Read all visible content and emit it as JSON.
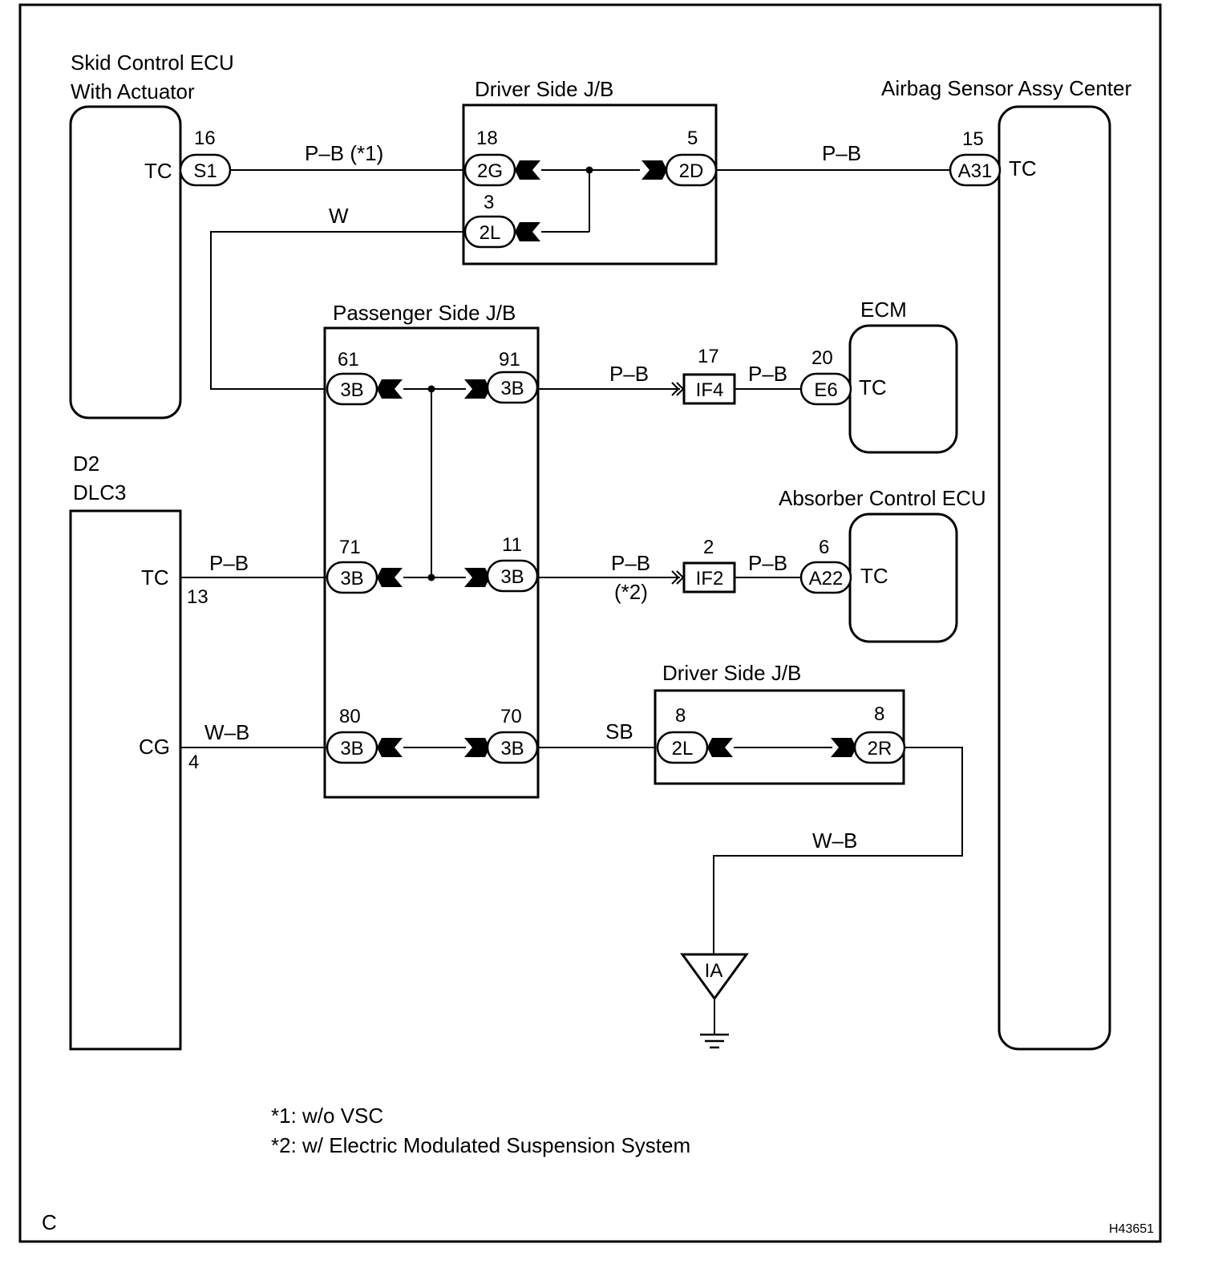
{
  "components": {
    "skid_ecu": {
      "title_line1": "Skid Control ECU",
      "title_line2": "With Actuator",
      "terminal": "TC",
      "pin": "16",
      "connector": "S1"
    },
    "driver_jb_top": {
      "title": "Driver Side J/B",
      "conn_a": {
        "pin": "18",
        "code": "2G"
      },
      "conn_b": {
        "pin": "3",
        "code": "2L"
      },
      "conn_c": {
        "pin": "5",
        "code": "2D"
      }
    },
    "airbag": {
      "title": "Airbag Sensor Assy Center",
      "terminal": "TC",
      "pin": "15",
      "connector": "A31"
    },
    "passenger_jb": {
      "title": "Passenger Side J/B",
      "pins": {
        "p61": "61",
        "p91": "91",
        "p71": "71",
        "p11": "11",
        "p80": "80",
        "p70": "70"
      },
      "code": "3B"
    },
    "ecm": {
      "title": "ECM",
      "terminal": "TC",
      "pin": "20",
      "connector": "E6"
    },
    "absorber": {
      "title": "Absorber Control ECU",
      "terminal": "TC",
      "pin": "6",
      "connector": "A22"
    },
    "dlc3": {
      "title_line1": "D2",
      "title_line2": "DLC3",
      "tc_terminal": "TC",
      "tc_pin": "13",
      "cg_terminal": "CG",
      "cg_pin": "4"
    },
    "driver_jb_bottom": {
      "title": "Driver Side J/B",
      "conn_a": {
        "pin": "8",
        "code": "2L"
      },
      "conn_b": {
        "pin": "8",
        "code": "2R"
      }
    },
    "junction_if4": {
      "pin": "17",
      "code": "IF4"
    },
    "junction_if2": {
      "pin": "2",
      "code": "IF2"
    },
    "ground": {
      "code": "IA"
    }
  },
  "wires": {
    "skid_to_jb": "P–B (*1)",
    "jb_to_airbag": "P–B",
    "jb_to_passenger": "W",
    "pass_to_if4": "P–B",
    "if4_to_ecm": "P–B",
    "dlc_tc": "P–B",
    "pass_to_if2": "P–B",
    "pass_to_if2_note": "(*2)",
    "if2_to_absorber": "P–B",
    "dlc_cg": "W–B",
    "pass_to_driver_jb": "SB",
    "to_ground": "W–B"
  },
  "notes": {
    "note1": "*1: w/o VSC",
    "note2": "*2: w/ Electric Modulated Suspension System"
  },
  "corner_left": "C",
  "figure_id": "H43651"
}
